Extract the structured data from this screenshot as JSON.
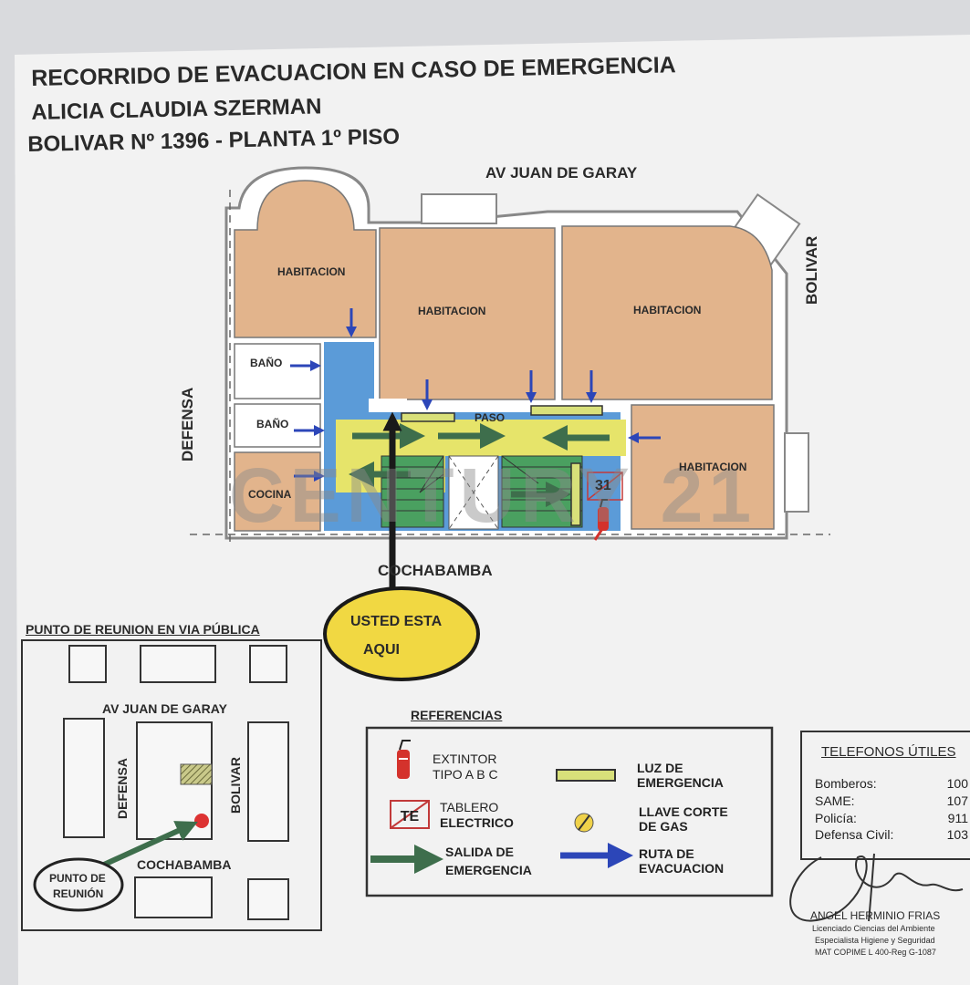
{
  "header": {
    "line1": "RECORRIDO DE EVACUACION EN CASO DE EMERGENCIA",
    "line2": "ALICIA CLAUDIA SZERMAN",
    "line3": "BOLIVAR  Nº 1396 - PLANTA 1º PISO"
  },
  "plan": {
    "street_top": "AV JUAN DE GARAY",
    "street_right": "BOLIVAR",
    "street_left": "DEFENSA",
    "street_bottom": "COCHABAMBA",
    "rooms": {
      "habitacion_1": "HABITACION",
      "habitacion_2": "HABITACION",
      "habitacion_3": "HABITACION",
      "habitacion_4": "HABITACION",
      "bano_1": "BAÑO",
      "bano_2": "BAÑO",
      "cocina": "COCINA",
      "paso": "PASO"
    },
    "panel_label": "31",
    "watermark": "CENTURY 21",
    "you_are_here_1": "USTED ESTA",
    "you_are_here_2": "AQUI"
  },
  "meeting_point": {
    "title": "PUNTO DE REUNION EN VIA PÚBLICA",
    "street_top": "AV JUAN DE GARAY",
    "street_left": "DEFENSA",
    "street_right": "BOLIVAR",
    "street_bottom": "COCHABAMBA",
    "marker_line1": "PUNTO DE",
    "marker_line2": "REUNIÓN"
  },
  "references": {
    "title": "REFERENCIAS",
    "extintor_1": "EXTINTOR",
    "extintor_2": "TIPO A B C",
    "luz_1": "LUZ DE",
    "luz_2": "EMERGENCIA",
    "tablero_icon": "TE",
    "tablero_1": "TABLERO",
    "tablero_2": "ELECTRICO",
    "gas_1": "LLAVE CORTE",
    "gas_2": "DE GAS",
    "salida_1": "SALIDA DE",
    "salida_2": "EMERGENCIA",
    "ruta_1": "RUTA DE",
    "ruta_2": "EVACUACION",
    "colors": {
      "salida_arrow": "#3e6e4c",
      "ruta_arrow": "#2c46b8",
      "luz": "#d8e07a",
      "route_blue": "#5b9bd8",
      "corridor_yellow": "#e6e46a",
      "room_fill": "#e2b48c"
    }
  },
  "phones": {
    "title": "TELEFONOS ÚTILES",
    "rows": [
      {
        "name": "Bomberos:",
        "number": "100"
      },
      {
        "name": "SAME:",
        "number": "107"
      },
      {
        "name": "Policía:",
        "number": "911"
      },
      {
        "name": "Defensa Civil:",
        "number": "103"
      }
    ]
  },
  "signature": {
    "name": "ANGEL HERMINIO FRIAS",
    "line1": "Licenciado Ciencias del Ambiente",
    "line2": "Especialista Higiene y Seguridad",
    "line3": "MAT COPIME L 400-Reg G-1087"
  }
}
